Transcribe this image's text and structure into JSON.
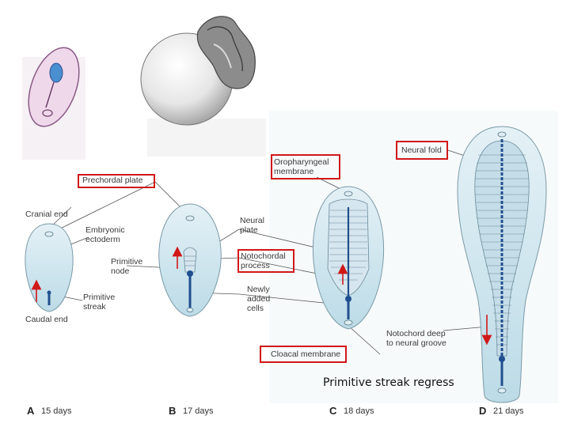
{
  "labels": {
    "prechordal_plate": "Prechordal plate",
    "cranial_end": "Cranial end",
    "embryonic_ectoderm": [
      "Embryonic",
      "ectoderm"
    ],
    "primitive_node": [
      "Primitive",
      "node"
    ],
    "primitive_streak": [
      "Primitive",
      "streak"
    ],
    "caudal_end": "Caudal end",
    "neural_plate": [
      "Neural",
      "plate"
    ],
    "notochordal_process": [
      "Notochordal",
      "process"
    ],
    "newly_added_cells": [
      "Newly",
      "added",
      "cells"
    ],
    "oropharyngeal_membrane": [
      "Oropharyngeal",
      "membrane"
    ],
    "cloacal_membrane": "Cloacal membrane",
    "neural_fold": "Neural fold",
    "notochord_deep": [
      "Notochord deep",
      "to neural groove"
    ]
  },
  "stages": [
    {
      "letter": "A",
      "days": "15 days"
    },
    {
      "letter": "B",
      "days": "17 days"
    },
    {
      "letter": "C",
      "days": "18 days"
    },
    {
      "letter": "D",
      "days": "21 days"
    }
  ],
  "caption": "Primitive streak regress",
  "colors": {
    "highlight_box": "#d01818",
    "embryo_fill": "#cfe6ef",
    "axis": "#1f4f8f"
  }
}
